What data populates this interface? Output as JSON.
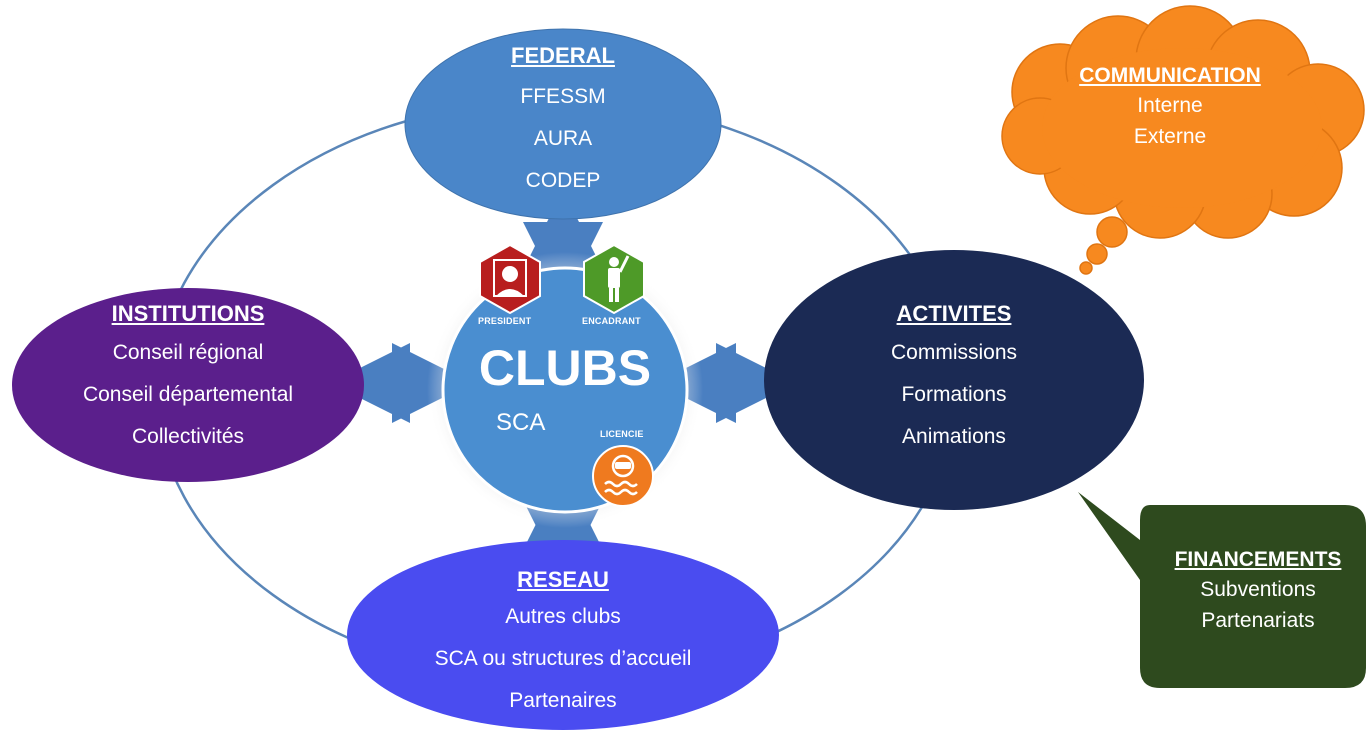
{
  "federal": {
    "title": "FEDERAL",
    "items": [
      "FFESSM",
      "AURA",
      "CODEP"
    ]
  },
  "institutions": {
    "title": "INSTITUTIONS",
    "items": [
      "Conseil régional",
      "Conseil départemental",
      "Collectivités"
    ]
  },
  "activites": {
    "title": "ACTIVITES",
    "items": [
      "Commissions",
      "Formations",
      "Animations"
    ]
  },
  "reseau": {
    "title": "RESEAU",
    "items": [
      "Autres clubs",
      "SCA ou structures d’accueil",
      "Partenaires"
    ]
  },
  "clubs": {
    "title": "CLUBS",
    "subtitle": "SCA"
  },
  "badges": {
    "president": "PRESIDENT",
    "encadrant": "ENCADRANT",
    "licencie": "LICENCIE"
  },
  "communication": {
    "title": "COMMUNICATION",
    "items": [
      "Interne",
      "Externe"
    ]
  },
  "financements": {
    "title": "FINANCEMENTS",
    "items": [
      "Subventions",
      "Partenariats"
    ]
  },
  "colors": {
    "federal": "#4a86c9",
    "institutions": "#5b1f8c",
    "activites": "#1b2a54",
    "reseau": "#4a4cf0",
    "clubs": "#4a8ed0",
    "communication": "#f7891f",
    "financements": "#2e4a1e",
    "president": "#b81e1e",
    "encadrant": "#4e9a28",
    "licencie": "#ef7a1f"
  }
}
